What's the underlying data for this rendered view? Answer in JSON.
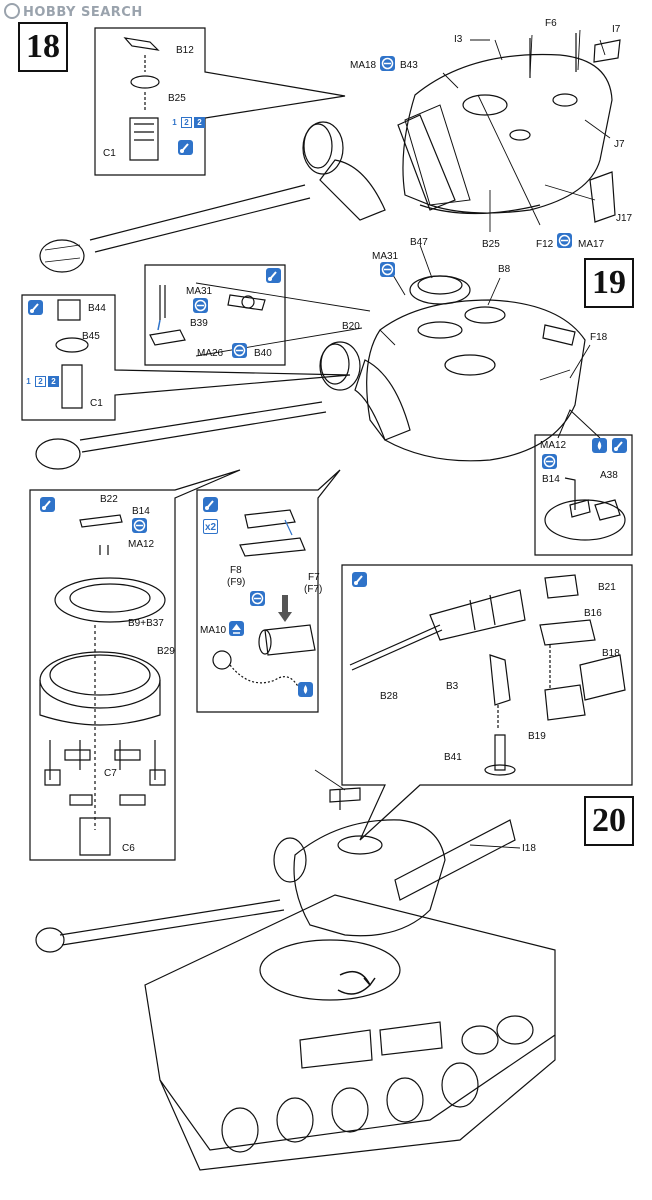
{
  "watermark": "HOBBY SEARCH",
  "steps": [
    "18",
    "19",
    "20"
  ],
  "labels": {
    "b12": "B12",
    "b25a": "B25",
    "c1a": "C1",
    "i3": "I3",
    "f6": "F6",
    "i7": "I7",
    "ma18": "MA18",
    "b43": "B43",
    "j7": "J7",
    "j17": "J17",
    "b25b": "B25",
    "f12": "F12",
    "ma17": "MA17",
    "ma31a": "MA31",
    "b47": "B47",
    "b8": "B8",
    "b20": "B20",
    "f18": "F18",
    "ma31b": "MA31",
    "b39": "B39",
    "ma26": "MA26",
    "b40": "B40",
    "b44": "B44",
    "b45": "B45",
    "c1b": "C1",
    "ma12a": "MA12",
    "b14a": "B14",
    "a38": "A38",
    "b22": "B22",
    "b14b": "B14",
    "ma12b": "MA12",
    "b9b37": "B9+B37",
    "b29": "B29",
    "c7": "C7",
    "c6": "C6",
    "f8": "F8",
    "f9": "(F9)",
    "f7": "F7",
    "f7p": "(F7)",
    "ma10": "MA10",
    "x2": "x2",
    "b21": "B21",
    "b16": "B16",
    "b18": "B18",
    "b28": "B28",
    "b3": "B3",
    "b19": "B19",
    "b41": "B41",
    "i18": "I18"
  },
  "sequence": {
    "prefix": "1",
    "a": "2",
    "b": "2"
  },
  "icons": {
    "cement": "glue-brush-icon",
    "cement_drop": "glue-drop-icon",
    "assemble": "assemble-arrows-icon",
    "up": "up-arrow-icon"
  },
  "colors": {
    "accent": "#2f73c9",
    "ink": "#111111"
  }
}
